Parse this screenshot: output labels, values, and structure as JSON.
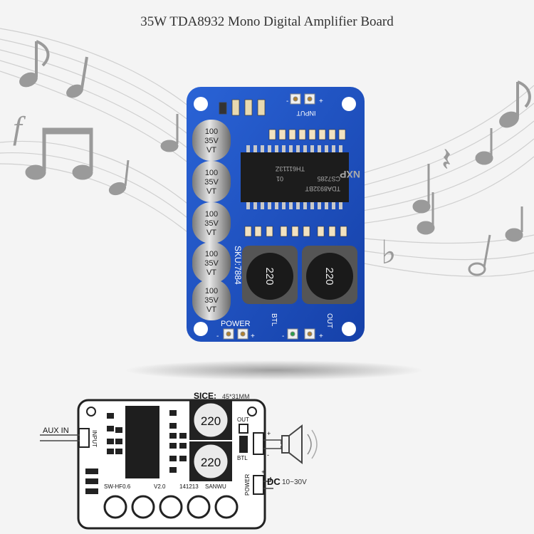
{
  "title": "35W TDA8932 Mono Digital Amplifier Board",
  "board": {
    "capacitor_label": [
      "100",
      "35V",
      "VT"
    ],
    "chip_lines": [
      "TDA8932BT",
      "CS7285",
      "01",
      "TH61113Z"
    ],
    "chip_brand": "NXP",
    "inductor_label": "220",
    "sku": "SKU:7884",
    "input_label": "INPUT",
    "power_label": "POWER",
    "btl_label": "BTL",
    "out_label": "OUT",
    "plus": "+",
    "minus": "-"
  },
  "diagram": {
    "size_label": "SICE:",
    "size_value": "45*31MM",
    "aux_in": "AUX IN",
    "input": "INPUT",
    "out": "OUT",
    "btl": "BTL",
    "power": "POWER",
    "dc_prefix": "DC",
    "dc_range": "10~30V",
    "inductor": "220",
    "silk": [
      "SW-HF0.6",
      "V2.0",
      "141213",
      "SANWU"
    ],
    "plus": "+",
    "minus": "-"
  },
  "colors": {
    "pcb": "#1b4fc4",
    "background": "#f4f4f4",
    "note": "#9a9a9a"
  }
}
